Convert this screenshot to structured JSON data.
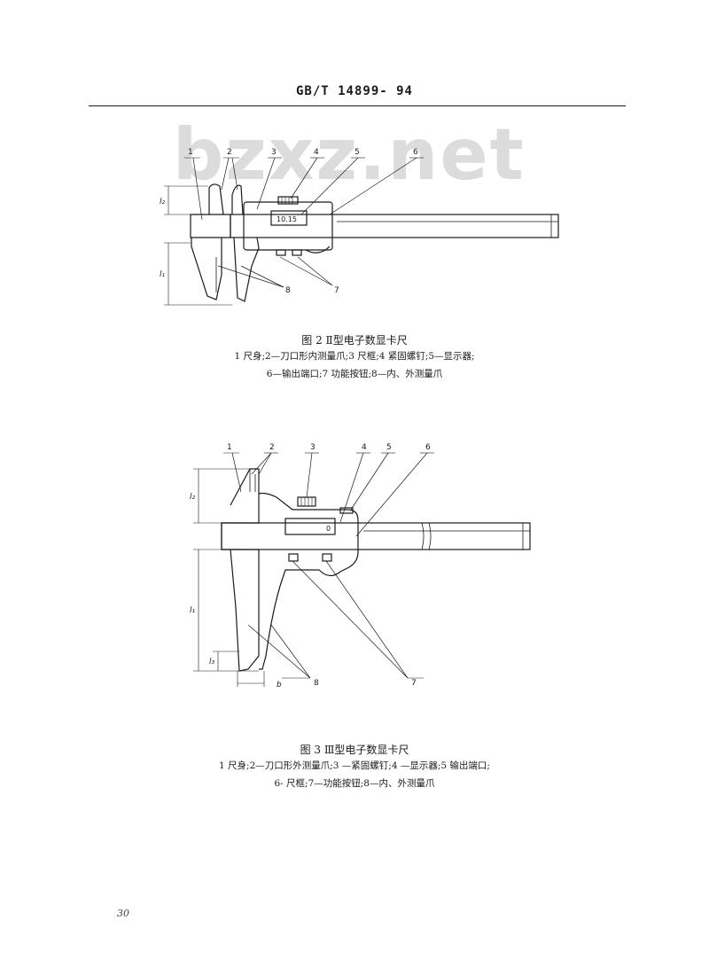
{
  "header": {
    "standard_code": "GB/T 14899- 94"
  },
  "watermark": "bzxz.net",
  "figure2": {
    "caption": "图 2  Ⅱ型电子数显卡尺",
    "legend_line1": "1 尺身;2—刀口形内测量爪;3 尺框;4 紧固螺钉;5—显示器;",
    "legend_line2": "6—输出端口;7 功能按钮;8—内、外测量爪",
    "display_reading": "10.15",
    "callouts": [
      "1",
      "2",
      "3",
      "4",
      "5",
      "6",
      "7",
      "8"
    ],
    "dims": [
      "l₂",
      "l₁"
    ]
  },
  "figure3": {
    "caption": "图 3  Ⅲ型电子数显卡尺",
    "legend_line1": "1 尺身;2—刀口形外测量爪;3 —紧固螺钉;4 —显示器;5 输出端口;",
    "legend_line2": "6- 尺框;7—功能按钮;8—内、外测量爪",
    "display_reading": "0",
    "callouts": [
      "1",
      "2",
      "3",
      "4",
      "5",
      "6",
      "7",
      "8"
    ],
    "dims": [
      "l₂",
      "l₁",
      "l₃",
      "b"
    ]
  },
  "page_number": "30"
}
